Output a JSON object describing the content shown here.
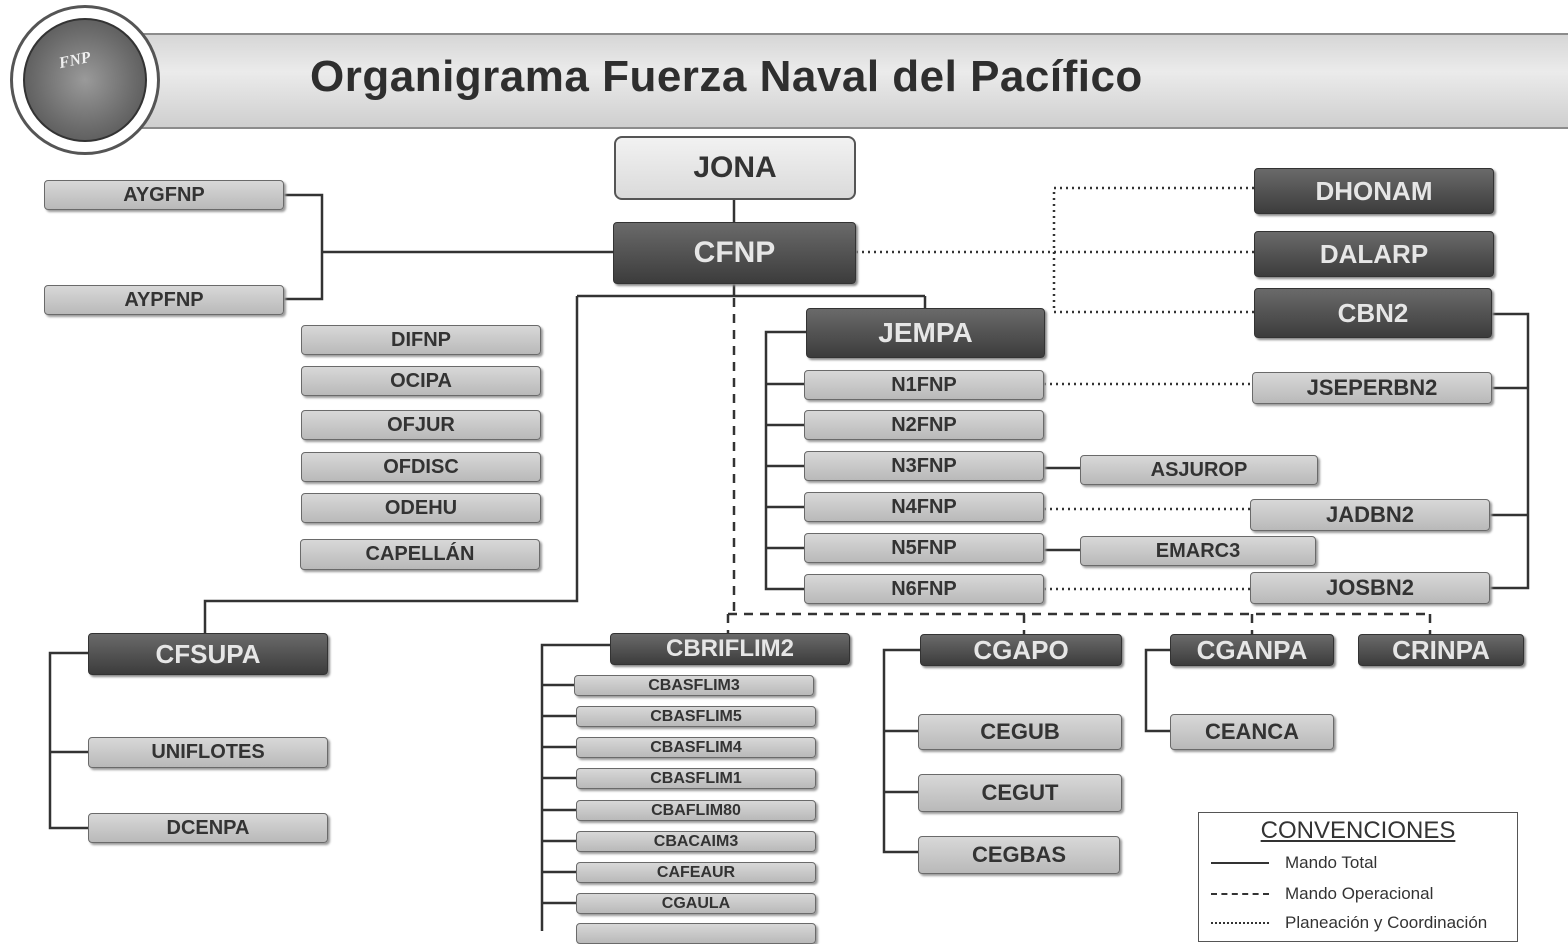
{
  "header": {
    "title": "Organigrama Fuerza Naval del Pacífico",
    "seal_text": "FNP"
  },
  "nodes": {
    "jona": "JONA",
    "cfnp": "CFNP",
    "aygfnp": "AYGFNP",
    "aypfnp": "AYPFNP",
    "difnp": "DIFNP",
    "ocipa": "OCIPA",
    "ofjur": "OFJUR",
    "ofdisc": "OFDISC",
    "odehu": "ODEHU",
    "capellan": "CAPELLÁN",
    "jempa": "JEMPA",
    "n1fnp": "N1FNP",
    "n2fnp": "N2FNP",
    "n3fnp": "N3FNP",
    "n4fnp": "N4FNP",
    "n5fnp": "N5FNP",
    "n6fnp": "N6FNP",
    "asjurop": "ASJUROP",
    "emarc3": "EMARC3",
    "dhonam": "DHONAM",
    "dalarp": "DALARP",
    "cbn2": "CBN2",
    "jseperbn2": "JSEPERBN2",
    "jadbn2": "JADBN2",
    "josbn2": "JOSBN2",
    "cfsupa": "CFSUPA",
    "uniflotes": "UNIFLOTES",
    "dcenpa": "DCENPA",
    "cbriflim2": "CBRIFLIM2",
    "cbasflim3": "CBASFLIM3",
    "cbasflim5": "CBASFLIM5",
    "cbasflim4": "CBASFLIM4",
    "cbasflim1": "CBASFLIM1",
    "cbaflim80": "CBAFLIM80",
    "cbacaim3": "CBACAIM3",
    "cafeaur": "CAFEAUR",
    "cgaula": "CGAULA",
    "cgapo": "CGAPO",
    "cegub": "CEGUB",
    "cegut": "CEGUT",
    "cegbas": "CEGBAS",
    "cganpa": "CGANPA",
    "ceanca": "CEANCA",
    "crinpa": "CRINPA"
  },
  "legend": {
    "title": "CONVENCIONES",
    "items": [
      {
        "label": "Mando Total",
        "style": "solid"
      },
      {
        "label": "Mando Operacional",
        "style": "dashed"
      },
      {
        "label": "Planeación y Coordinación",
        "style": "dotted"
      }
    ]
  },
  "colors": {
    "light_box": "#c4c4c4",
    "dark_box": "#4a4a4a",
    "line": "#333333"
  }
}
